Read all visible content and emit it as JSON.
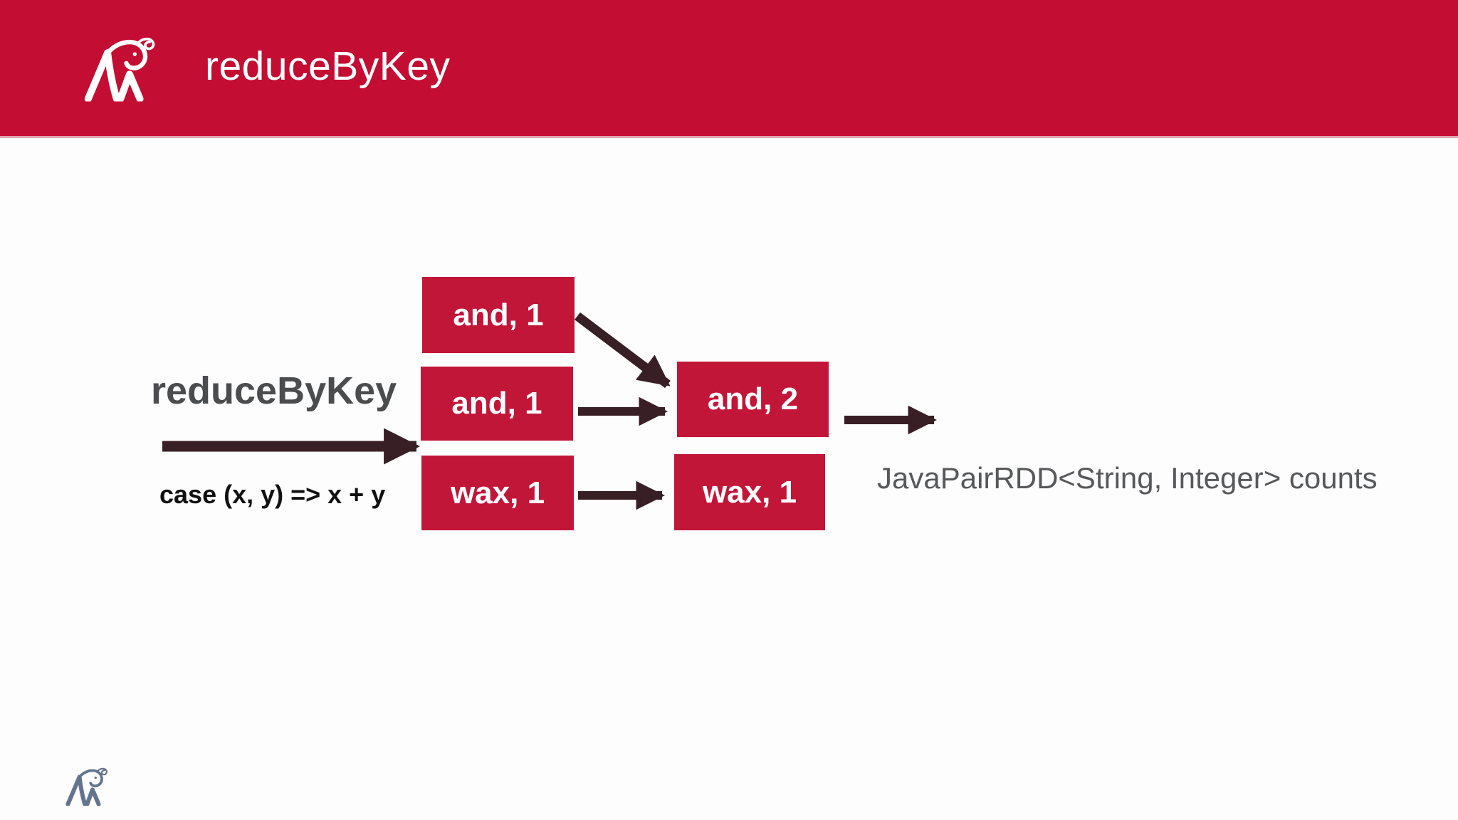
{
  "header": {
    "title": "reduceByKey",
    "logo_icon": "elephant-logo-icon",
    "background_color": "#C40D32",
    "text_color": "#FFFFFF"
  },
  "diagram": {
    "operation_label": "reduceByKey",
    "lambda_label": "case (x, y) => x + y",
    "input_boxes": [
      {
        "label": "and, 1"
      },
      {
        "label": "and, 1"
      },
      {
        "label": "wax, 1"
      }
    ],
    "output_boxes": [
      {
        "label": "and, 2"
      },
      {
        "label": "wax, 1"
      }
    ],
    "result_label": "JavaPairRDD<String, Integer> counts",
    "box_color": "#C21639",
    "box_text_color": "#FFFFFF",
    "arrow_color": "#381F25",
    "operation_label_color": "#4B4C4E",
    "lambda_label_color": "#111111",
    "result_label_color": "#57585A"
  },
  "footer": {
    "logo_icon": "elephant-logo-icon",
    "logo_color": "#64748F"
  }
}
